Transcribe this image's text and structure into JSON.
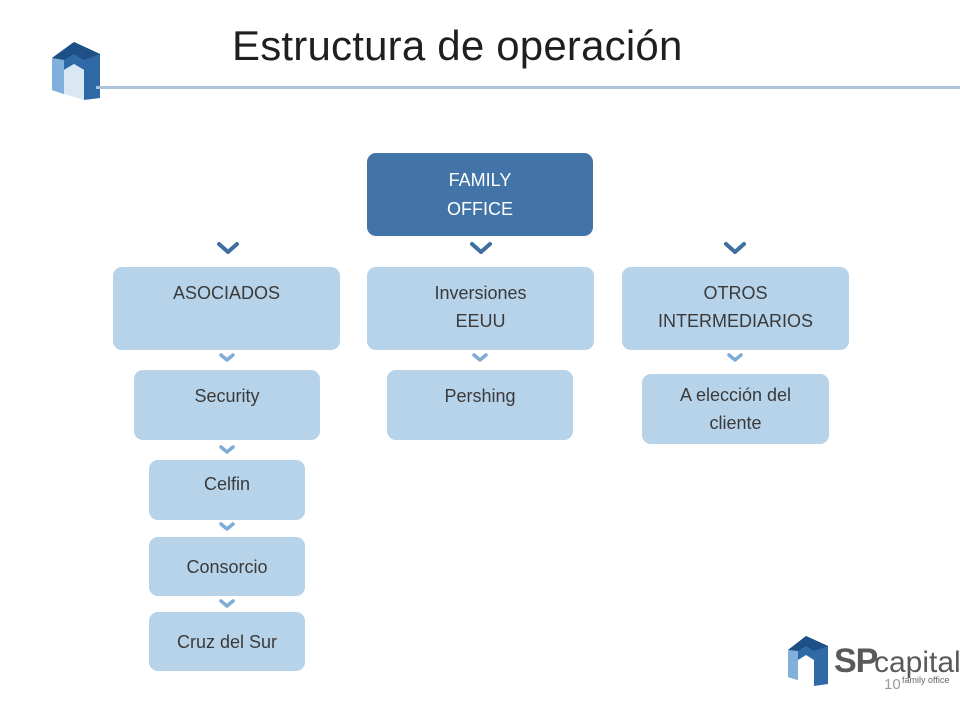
{
  "slide": {
    "title": "Estructura de operación",
    "page_number": "10"
  },
  "diagram": {
    "root": "FAMILY\nOFFICE",
    "columns": [
      {
        "header": "ASOCIADOS",
        "items": [
          "Security",
          "Celfin",
          "Consorcio",
          "Cruz del Sur"
        ]
      },
      {
        "header": "Inversiones\nEEUU",
        "items": [
          "Pershing"
        ]
      },
      {
        "header": "OTROS\nINTERMEDIARIOS",
        "items": [
          "A elección del\ncliente"
        ]
      }
    ]
  },
  "brand": {
    "sp": "SP",
    "capital": "capital",
    "tagline": "family office"
  },
  "colors": {
    "root_fill": "#4374a7",
    "box_fill": "#b7d3ea",
    "chevron": "#3f6f9f",
    "rule": "#a9c4dc"
  }
}
